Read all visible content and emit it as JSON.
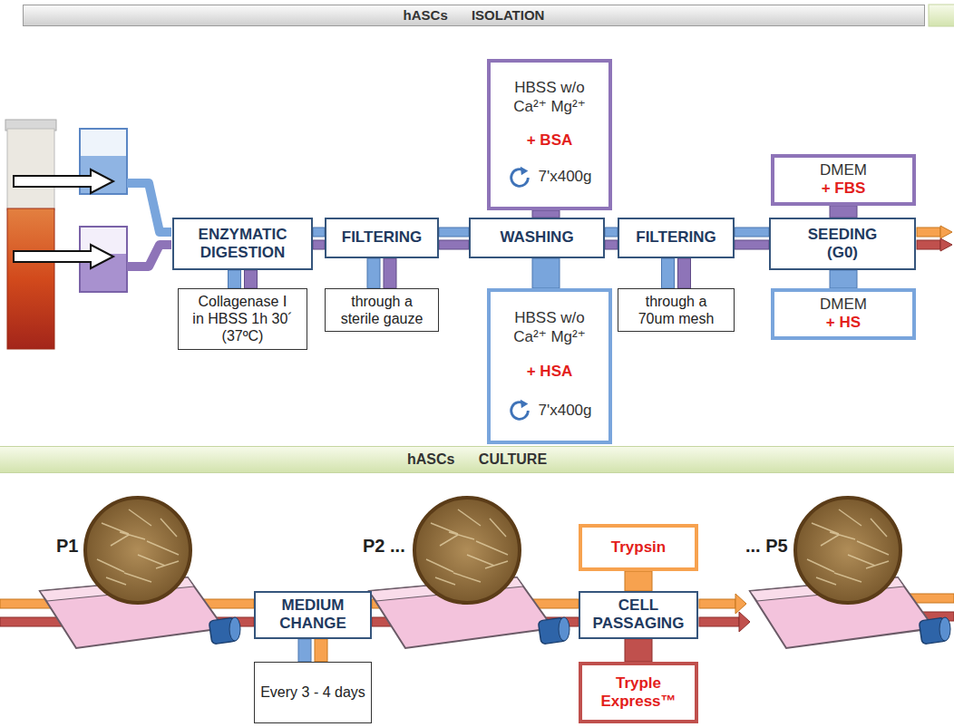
{
  "diagram": {
    "nodes": [
      {
        "text": [
          "hASCs ISOLATION"
        ]
      },
      {
        "text": [
          "ENZYMATIC DIGESTION"
        ]
      },
      {
        "text": [
          "Collagenase Ⅰ in HBSS 1h 30´ (37ºC)"
        ]
      },
      {
        "text": [
          "FILTERING"
        ]
      },
      {
        "text": [
          "through a sterile gauze"
        ]
      },
      {
        "text": [
          "HBSS w/o Ca²⁺ Mg²⁺",
          "+ BSA",
          "7'x400g"
        ]
      },
      {
        "text": [
          "WASHING"
        ]
      },
      {
        "text": [
          "HBSS w/o Ca²⁺ Mg²⁺",
          "+ HSA",
          "7'x400g"
        ]
      },
      {
        "text": [
          "FILTERING"
        ]
      },
      {
        "text": [
          "through a 70um mesh"
        ]
      },
      {
        "text": [
          "DMEM",
          "+ FBS"
        ]
      },
      {
        "text": [
          "SEEDING (G0)"
        ]
      },
      {
        "text": [
          "DMEM",
          "+ HS"
        ]
      },
      {
        "text": [
          "hASCs CULTURE"
        ]
      },
      {
        "text": [
          "MEDIUM CHANGE"
        ]
      },
      {
        "text": [
          "Every 3 - 4 days"
        ]
      },
      {
        "text": [
          "Trypsin"
        ]
      },
      {
        "text": [
          "CELL PASSAGING"
        ]
      },
      {
        "text": [
          "Tryple Express™"
        ]
      }
    ],
    "edges": [
      {
        "from": 1,
        "to": 3,
        "arrow": "none"
      },
      {
        "from": 3,
        "to": 6,
        "arrow": "none"
      },
      {
        "from": 6,
        "to": 8,
        "arrow": "none"
      },
      {
        "from": 8,
        "to": 11,
        "arrow": "none"
      },
      {
        "from": 1,
        "to": 2,
        "arrow": "none"
      },
      {
        "from": 3,
        "to": 4,
        "arrow": "none"
      },
      {
        "from": 5,
        "to": 6,
        "arrow": "none"
      },
      {
        "from": 6,
        "to": 7,
        "arrow": "none"
      },
      {
        "from": 8,
        "to": 9,
        "arrow": "none"
      },
      {
        "from": 10,
        "to": 11,
        "arrow": "none"
      },
      {
        "from": 11,
        "to": 12,
        "arrow": "none"
      },
      {
        "from": 14,
        "to": 15,
        "arrow": "none"
      },
      {
        "from": 16,
        "to": 17,
        "arrow": "none"
      },
      {
        "from": 17,
        "to": 18,
        "arrow": "none"
      },
      {
        "from": 14,
        "to": 17,
        "arrow": "none"
      }
    ],
    "labels": [
      "P1",
      "P2 ...",
      "... P5"
    ]
  }
}
